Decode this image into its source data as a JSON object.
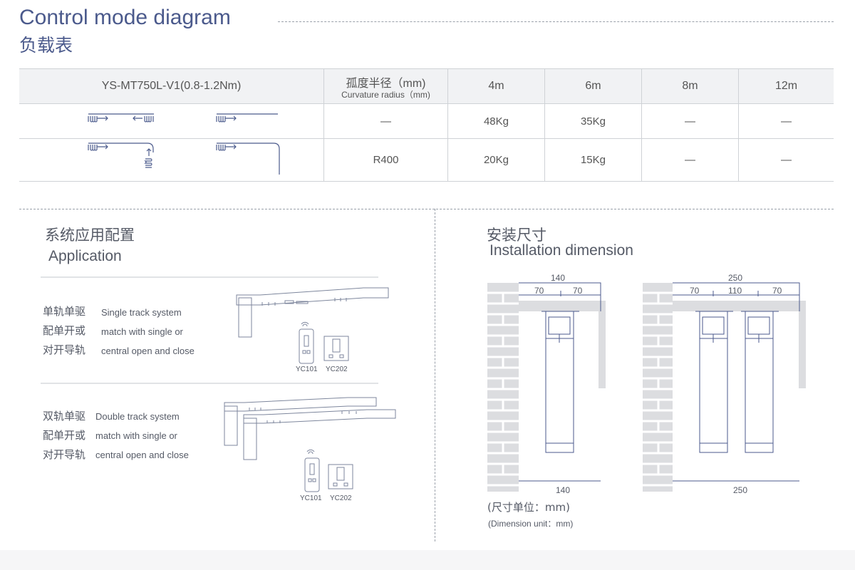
{
  "header": {
    "title_en": "Control mode diagram",
    "title_cn": "负载表"
  },
  "load_table": {
    "model": "YS-MT750L-V1(0.8-1.2Nm)",
    "radius_cn": "孤度半径（mm)",
    "radius_en": "Curvature radius（mm)",
    "lengths": [
      "4m",
      "6m",
      "8m",
      "12m"
    ],
    "rows": [
      {
        "type": "straight-track",
        "radius": "—",
        "values": [
          "48Kg",
          "35Kg",
          "—",
          "—"
        ]
      },
      {
        "type": "curved-track",
        "radius": "R400",
        "values": [
          "20Kg",
          "15Kg",
          "—",
          "—"
        ]
      }
    ]
  },
  "application": {
    "title_cn": "系统应用配置",
    "title_en": "Application",
    "systems": [
      {
        "cn": [
          "单轨单驱",
          "配单开或",
          "对开导轨"
        ],
        "en": [
          "Single track system",
          "match with single or",
          "central open and close"
        ],
        "remote": "YC101",
        "switch": "YC202"
      },
      {
        "cn": [
          "双轨单驱",
          "配单开或",
          "对开导轨"
        ],
        "en": [
          "Double track system",
          "match with single or",
          "central open and close"
        ],
        "remote": "YC101",
        "switch": "YC202"
      }
    ]
  },
  "installation": {
    "title_cn": "安装尺寸",
    "title_en": "Installation dimension",
    "single": {
      "total": "140",
      "parts": [
        "70",
        "70"
      ],
      "bottom": "140"
    },
    "double": {
      "total": "250",
      "parts": [
        "70",
        "110",
        "70"
      ],
      "bottom": "250"
    },
    "unit_cn": "(尺寸单位：mm)",
    "unit_en": "(Dimension unit：mm)"
  },
  "colors": {
    "title": "#4b5a8c",
    "text": "#555a66",
    "header_bg": "#f1f2f4",
    "wall": "#d9dadc"
  }
}
